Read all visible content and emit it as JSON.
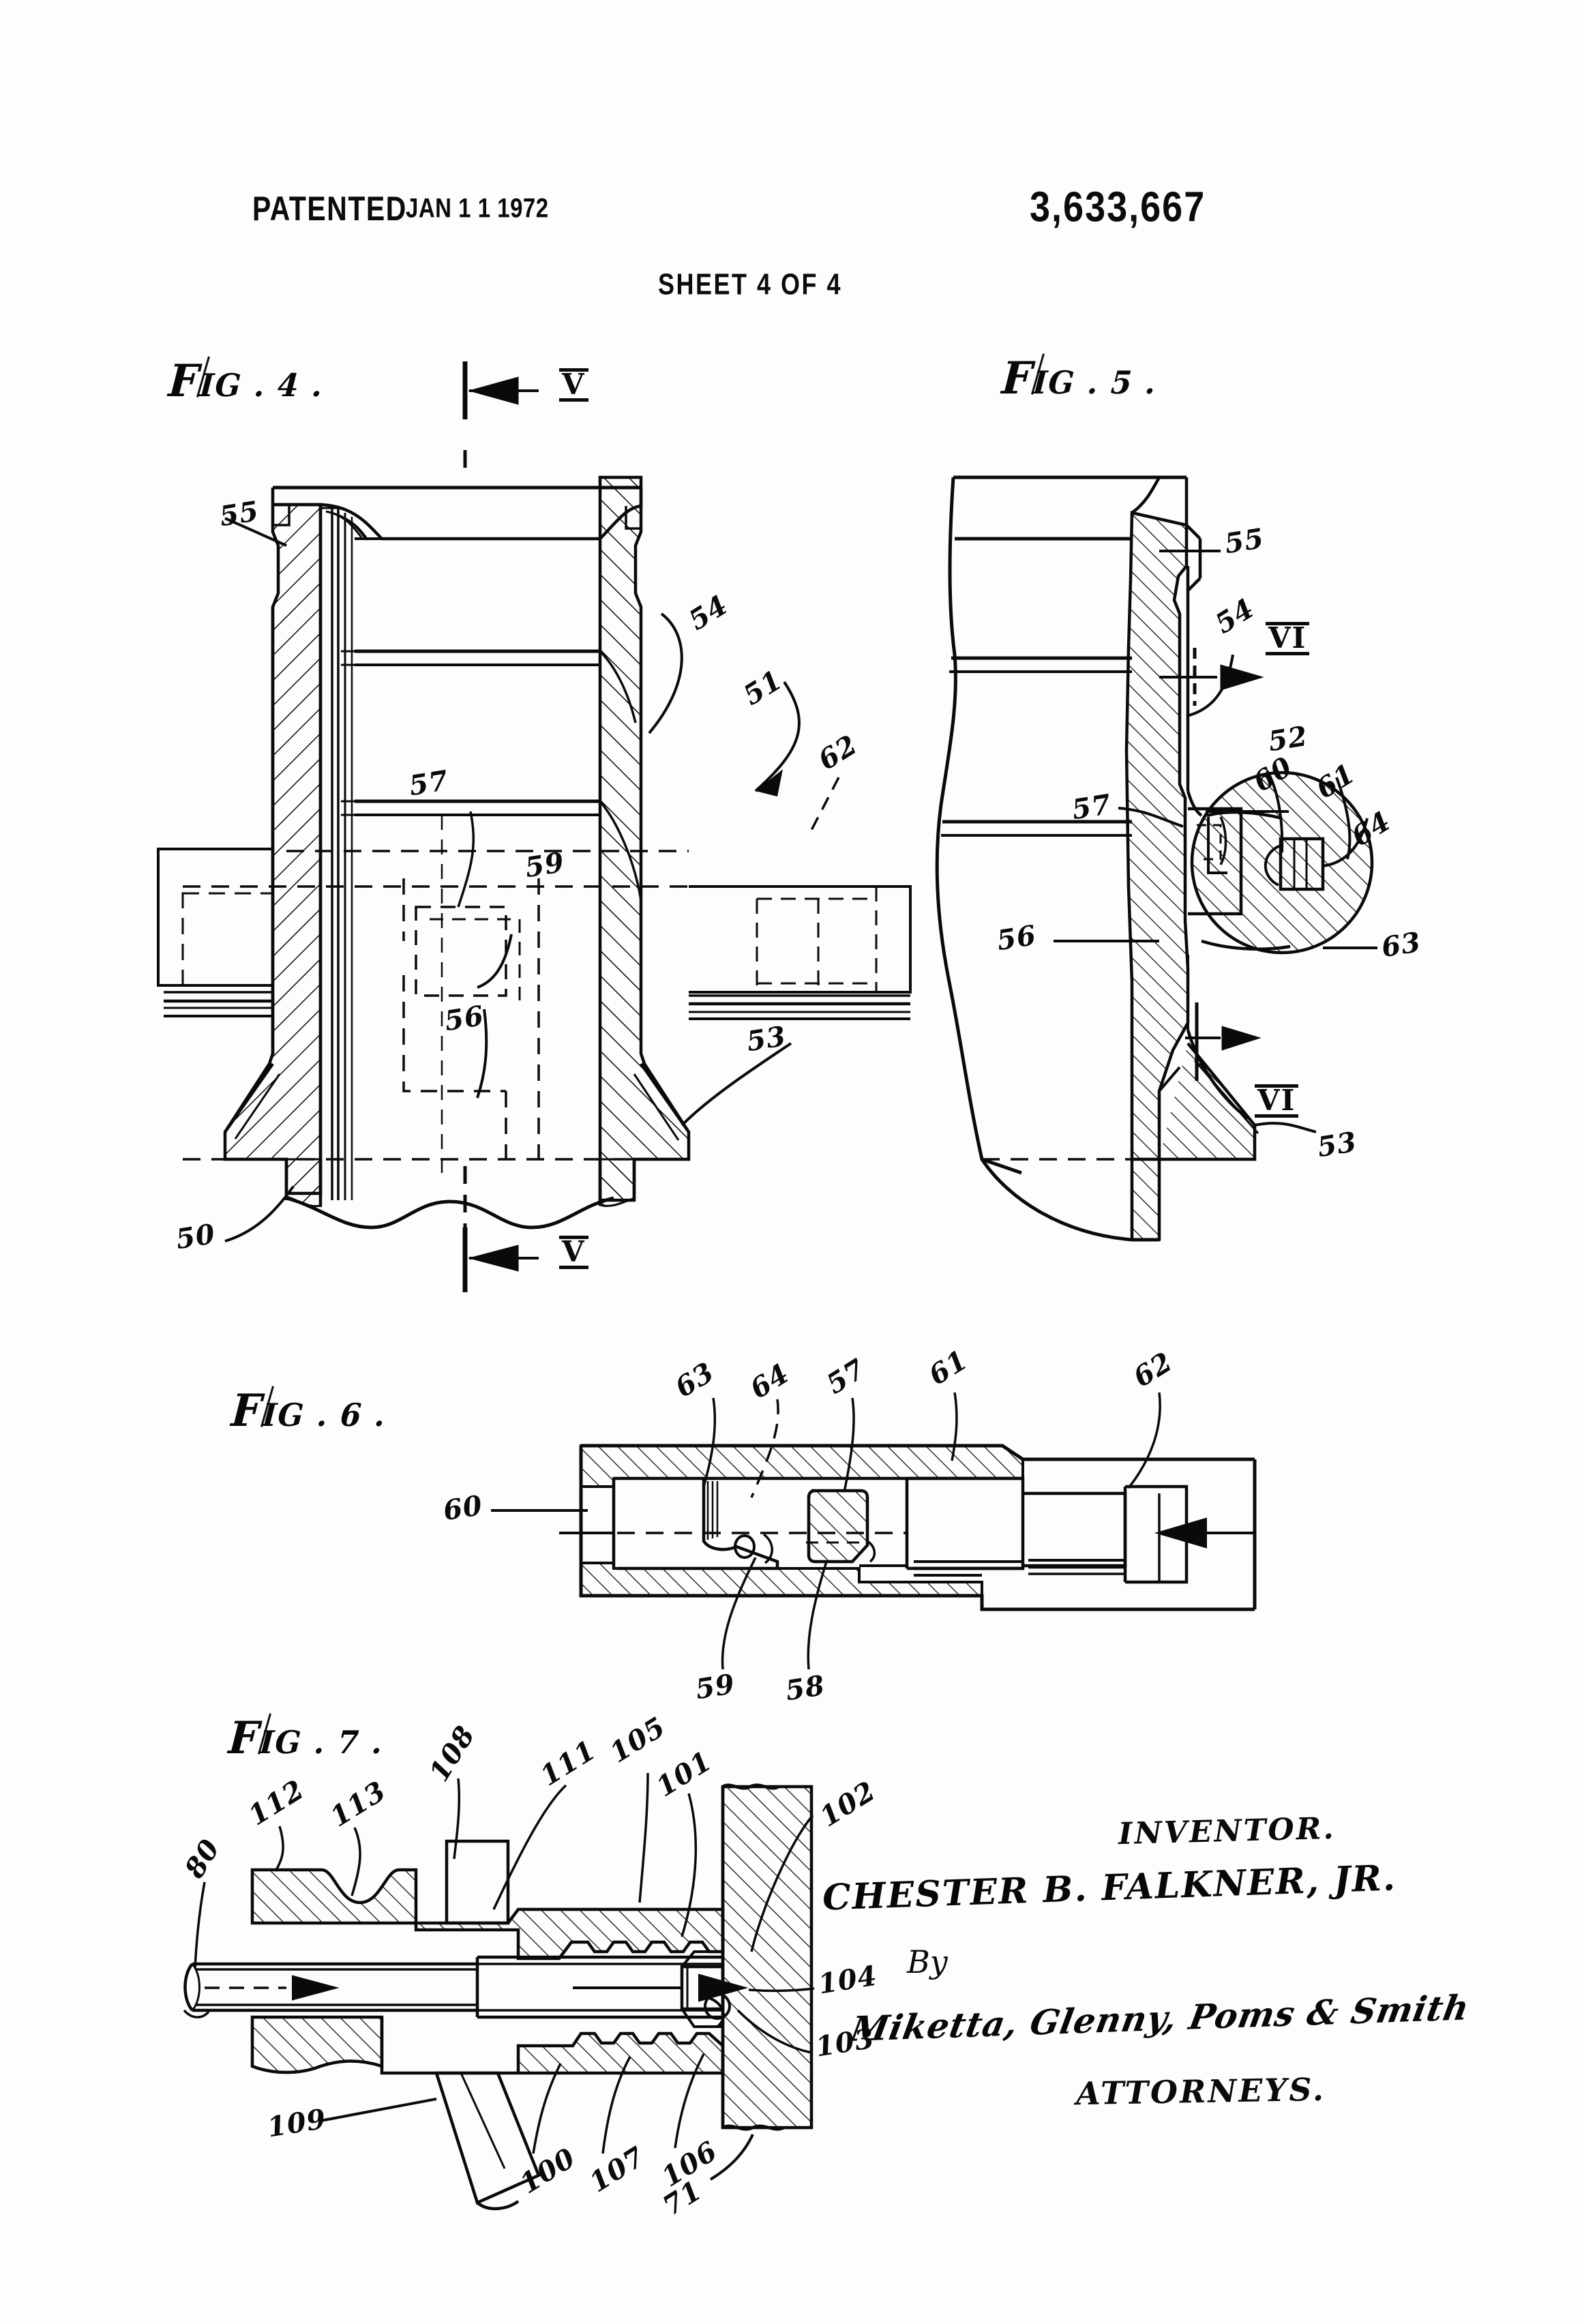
{
  "document": {
    "type": "patent-drawing-sheet",
    "patented_label": "PATENTED",
    "patented_date": "JAN 1 1 1972",
    "patent_number": "3,633,667",
    "sheet_label": "SHEET 4 OF 4"
  },
  "figures": [
    {
      "id": "fig4",
      "title_prefix": "F",
      "title": "IG . 4 .",
      "full_title": "FIG. 4.",
      "section_markers": [
        {
          "label": "V",
          "position": "top",
          "direction": "left"
        },
        {
          "label": "V",
          "position": "bottom",
          "direction": "left"
        }
      ],
      "reference_numerals": [
        "55",
        "54",
        "51",
        "62",
        "57",
        "59",
        "56",
        "53",
        "50"
      ]
    },
    {
      "id": "fig5",
      "title_prefix": "F",
      "title": "IG . 5 .",
      "full_title": "FIG. 5.",
      "section_markers": [
        {
          "label": "VI",
          "position": "top",
          "direction": "right"
        },
        {
          "label": "VI",
          "position": "bottom",
          "direction": "right"
        }
      ],
      "reference_numerals": [
        "55",
        "54",
        "52",
        "60",
        "61",
        "64",
        "63",
        "57",
        "56",
        "53"
      ]
    },
    {
      "id": "fig6",
      "title_prefix": "F",
      "title": "IG . 6 .",
      "full_title": "FIG. 6.",
      "section_markers": [],
      "reference_numerals": [
        "63",
        "64",
        "57",
        "61",
        "62",
        "60",
        "59",
        "58"
      ]
    },
    {
      "id": "fig7",
      "title_prefix": "F",
      "title": "IG . 7 .",
      "full_title": "FIG. 7.",
      "section_markers": [],
      "reference_numerals": [
        "112",
        "113",
        "108",
        "111",
        "105",
        "101",
        "102",
        "80",
        "104",
        "103",
        "109",
        "100",
        "107",
        "106",
        "71"
      ]
    }
  ],
  "fig4_labels": {
    "n55": "55",
    "n54": "54",
    "n51": "51",
    "n62": "62",
    "n57": "57",
    "n59": "59",
    "n56": "56",
    "n53": "53",
    "n50": "50",
    "roman_top": "V",
    "roman_bottom": "V"
  },
  "fig5_labels": {
    "n55": "55",
    "n54": "54",
    "n52": "52",
    "n60": "60",
    "n61": "61",
    "n64": "64",
    "n63": "63",
    "n57": "57",
    "n56": "56",
    "n53": "53",
    "roman_top": "VI",
    "roman_bottom": "VI"
  },
  "fig6_labels": {
    "n63": "63",
    "n64": "64",
    "n57": "57",
    "n61": "61",
    "n62": "62",
    "n60": "60",
    "n59": "59",
    "n58": "58"
  },
  "fig7_labels": {
    "n112": "112",
    "n113": "113",
    "n108": "108",
    "n111": "111",
    "n105": "105",
    "n101": "101",
    "n102": "102",
    "n80": "80",
    "n104": "104",
    "n103": "103",
    "n109": "109",
    "n100": "100",
    "n107": "107",
    "n106": "106",
    "n71": "71"
  },
  "signature": {
    "inventor_label": "INVENTOR.",
    "inventor_name": "CHESTER B. FALKNER, JR.",
    "by_label": "By",
    "firm": "Miketta, Glenny, Poms & Smith",
    "attorneys_label": "ATTORNEYS."
  },
  "colors": {
    "ink": "#0a0a0a",
    "paper": "#fdfdfc"
  }
}
